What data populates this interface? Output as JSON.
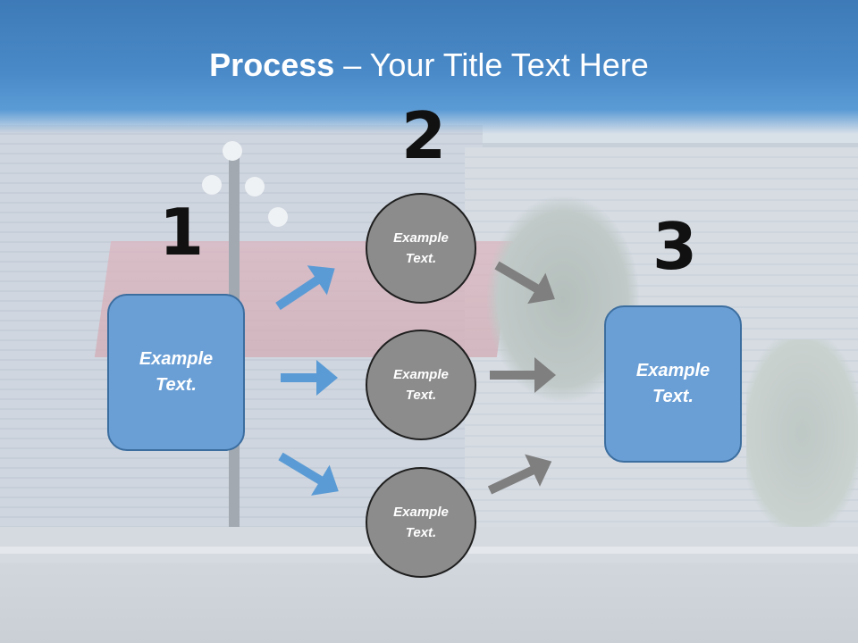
{
  "slide": {
    "title_bold": "Process",
    "title_rest": " – Your Title Text Here",
    "steps": [
      {
        "number": "1",
        "text_line1": "Example",
        "text_line2": "Text."
      },
      {
        "number": "2"
      },
      {
        "number": "3",
        "text_line1": "Example",
        "text_line2": "Text."
      }
    ],
    "circles": [
      {
        "text_line1": "Example",
        "text_line2": "Text."
      },
      {
        "text_line1": "Example",
        "text_line2": "Text."
      },
      {
        "text_line1": "Example",
        "text_line2": "Text."
      }
    ],
    "colors": {
      "header": "#4a8ac8",
      "box_fill": "#6a9fd6",
      "circle_fill": "#8c8c8c",
      "arrow_blue": "#5b9bd5",
      "arrow_gray": "#7f7f7f"
    }
  }
}
